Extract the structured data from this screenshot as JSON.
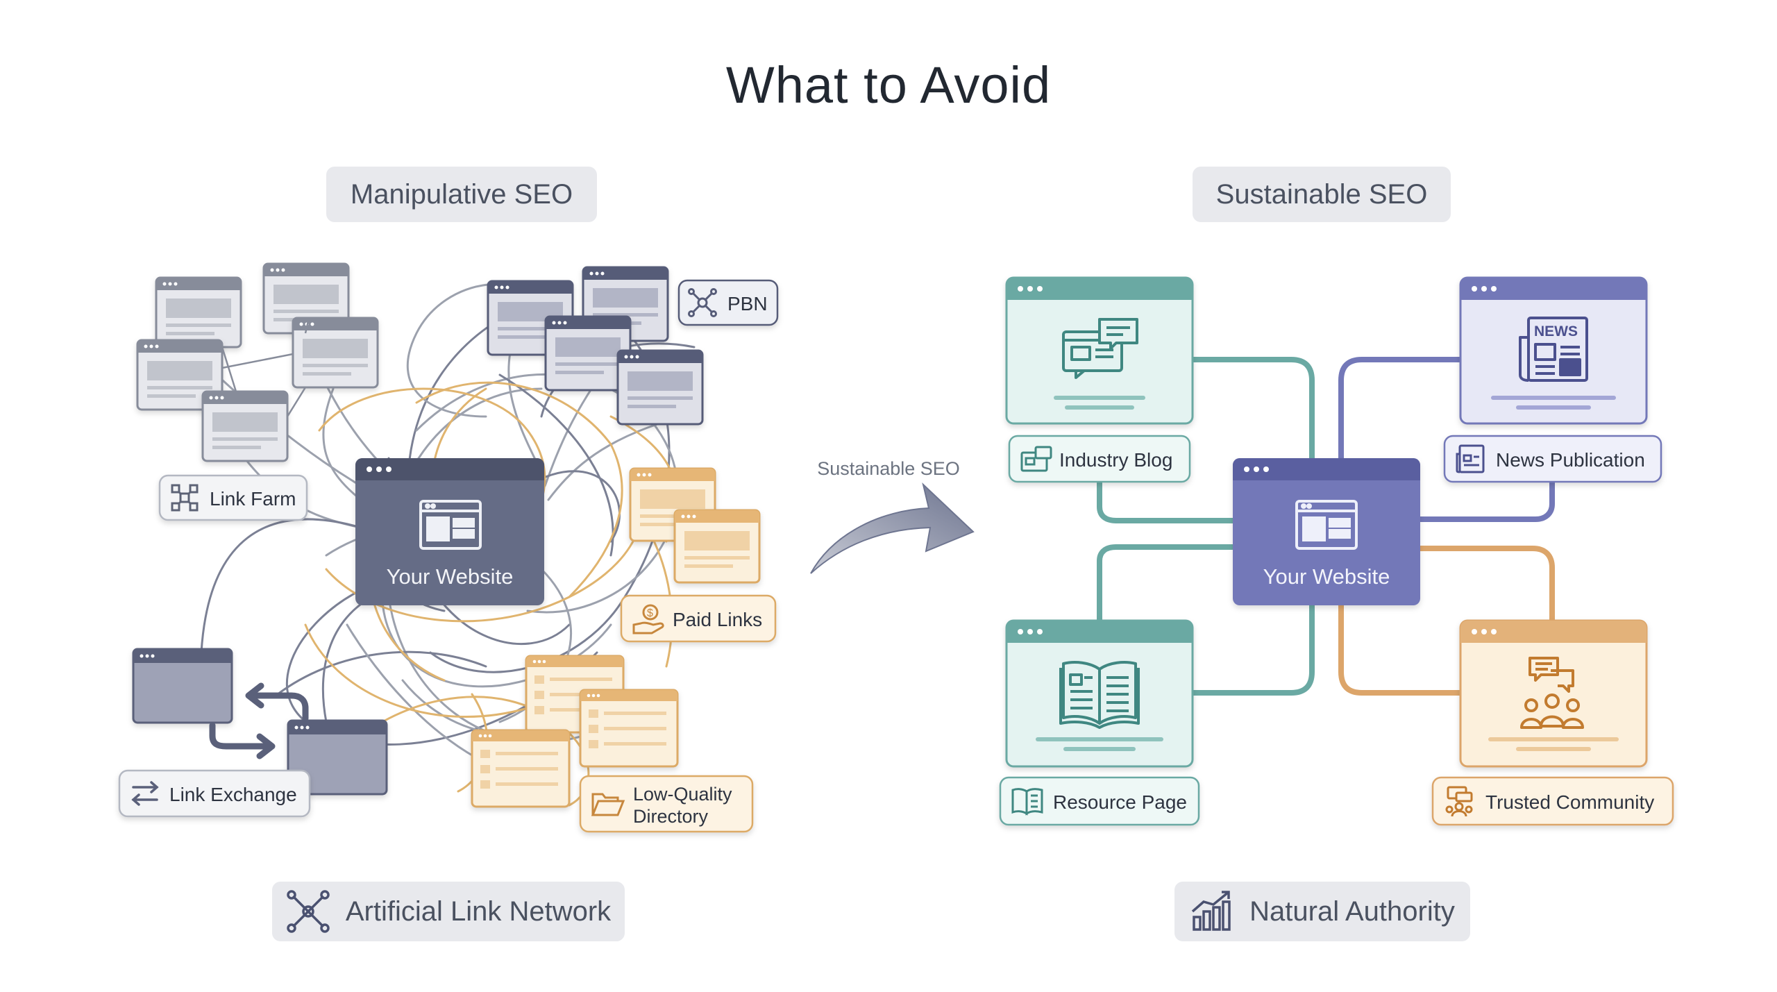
{
  "title": "What to Avoid",
  "transition_label": "Sustainable SEO",
  "left": {
    "heading": "Manipulative SEO",
    "center_label": "Your Website",
    "tags": {
      "pbn": "PBN",
      "link_farm": "Link Farm",
      "paid_links": "Paid Links",
      "link_exchange": "Link Exchange",
      "low_quality_line1": "Low-Quality",
      "low_quality_line2": "Directory"
    },
    "footer": "Artificial Link Network"
  },
  "right": {
    "heading": "Sustainable SEO",
    "center_label": "Your Website",
    "tags": {
      "industry_blog": "Industry Blog",
      "news_publication": "News Publication",
      "resource_page": "Resource Page",
      "trusted_community": "Trusted Community"
    },
    "news_icon_text": "NEWS",
    "footer": "Natural Authority"
  },
  "colors": {
    "gray_header": "#8a8f9c",
    "slate_header": "#5a607c",
    "center_left": "#646b84",
    "peach": "#e9b97a",
    "teal": "#6aa9a3",
    "purple": "#7378b8",
    "orange": "#dca56a"
  },
  "icons": [
    "link-farm-icon",
    "pbn-icon",
    "paid-links-icon",
    "link-exchange-icon",
    "folder-icon",
    "network-icon",
    "chart-icon",
    "blog-icon",
    "newspaper-icon",
    "book-icon",
    "community-icon"
  ]
}
